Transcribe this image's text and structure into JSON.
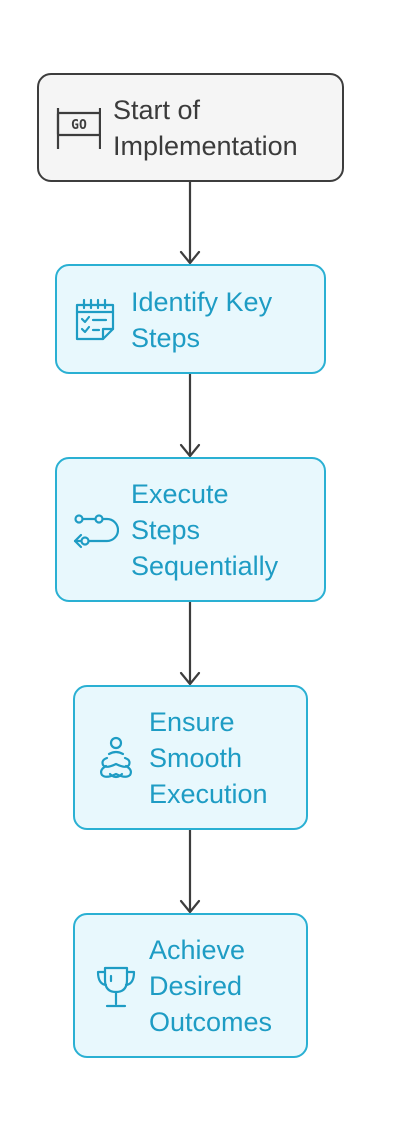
{
  "colors": {
    "start_fill": "#f5f5f5",
    "start_border": "#3d3d3d",
    "start_text": "#3b3b3b",
    "step_fill": "#e8f8fd",
    "step_border": "#2ab0d3",
    "step_text": "#1e9cc4",
    "connector": "#3d3d3d"
  },
  "nodes": {
    "start": {
      "label": "Start of\nImplementation",
      "icon": "go-sign-icon"
    },
    "identify": {
      "label": "Identify Key\nSteps",
      "icon": "checklist-icon"
    },
    "execute": {
      "label": "Execute\nSteps\nSequentially",
      "icon": "sequence-arrows-icon"
    },
    "ensure": {
      "label": "Ensure\nSmooth\nExecution",
      "icon": "meditation-icon"
    },
    "achieve": {
      "label": "Achieve\nDesired\nOutcomes",
      "icon": "trophy-icon"
    }
  }
}
